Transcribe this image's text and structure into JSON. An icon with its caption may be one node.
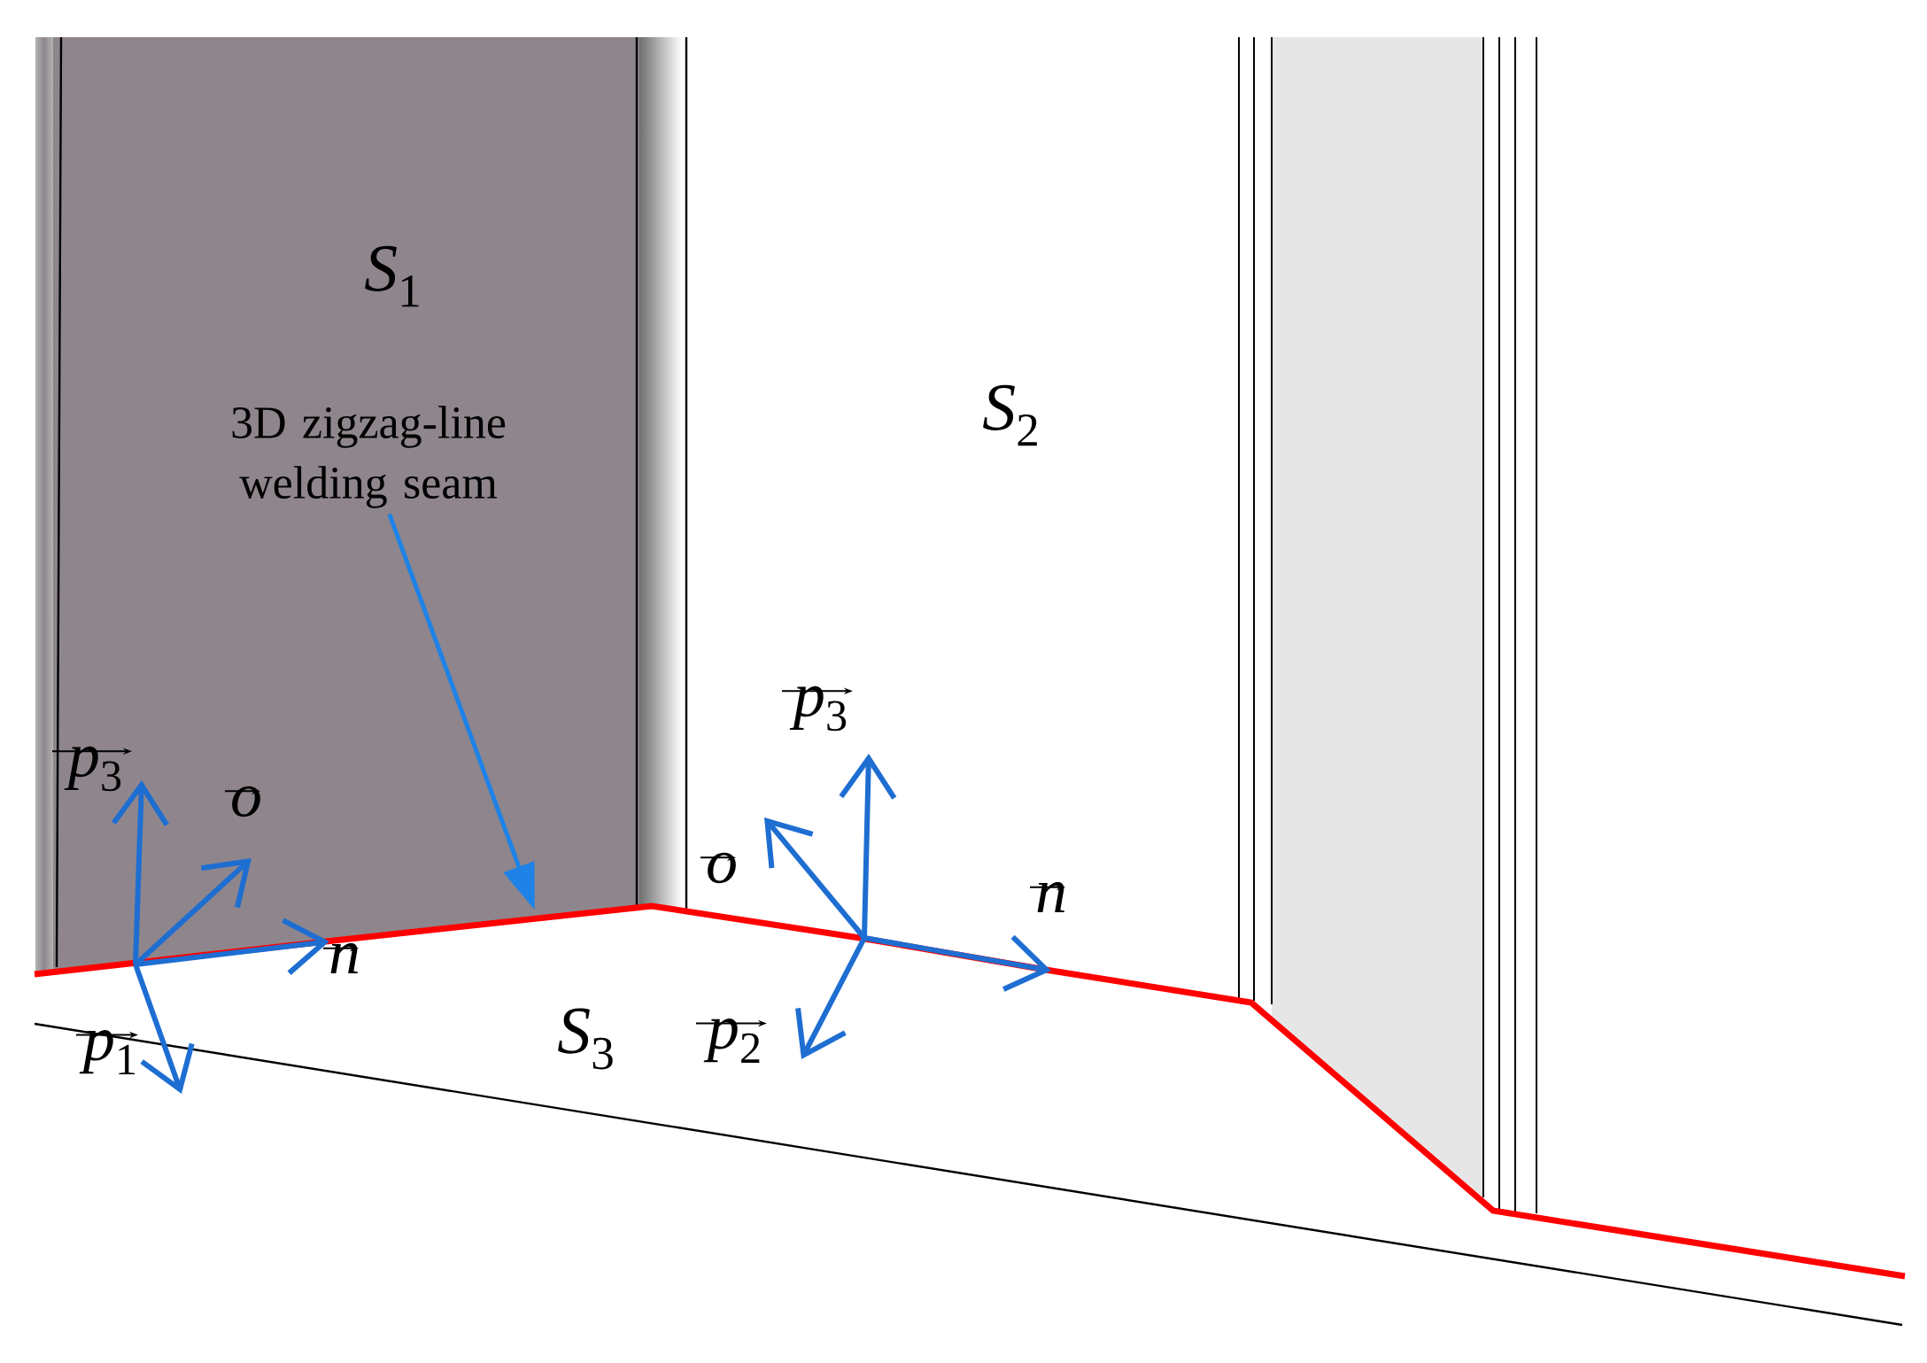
{
  "diagram": {
    "nodes": [
      {
        "text": [
          "3D zigzag-line welding seam"
        ]
      },
      {
        "text": [],
        "shape": "line"
      }
    ],
    "edges": [
      {
        "from": 0,
        "to": 1,
        "arrow": "to"
      }
    ],
    "labels": [
      "*S*$_{1}$",
      "*S*$_{2}$",
      "*S*$_{3}$",
      "*p*$_{3}$",
      "*o*",
      "*n*",
      "*p*$_{1}$",
      "*p*$_{3}$",
      "*o*",
      "*n*",
      "*p*$_{2}$"
    ]
  }
}
